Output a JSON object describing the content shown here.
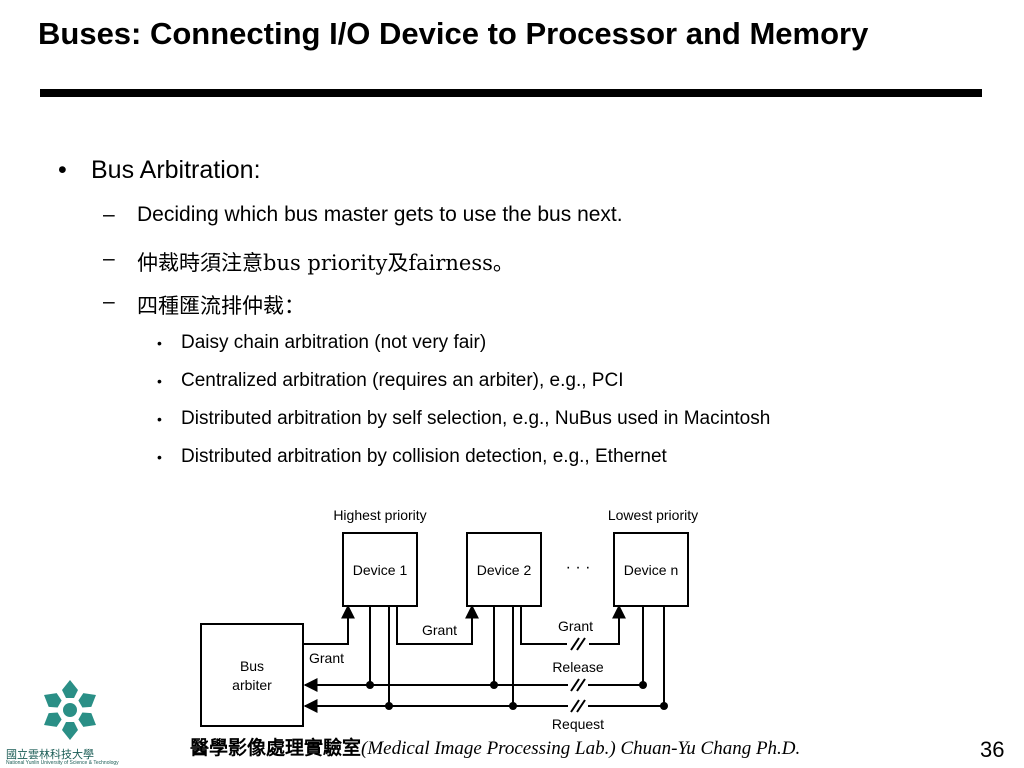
{
  "slide": {
    "title": "Buses: Connecting I/O Device to Processor and Memory",
    "bullet_mark": "•",
    "dash_mark": "–",
    "bullet": "Bus Arbitration:",
    "sub_items": [
      "Deciding which bus master gets to use the bus next.",
      "仲裁時須注意bus priority及fairness。",
      "四種匯流排仲裁："
    ],
    "sub_sub_items": [
      "Daisy chain arbitration (not very fair)",
      "Centralized arbitration (requires an arbiter), e.g., PCI",
      "Distributed  arbitration by self selection, e.g., NuBus used in Macintosh",
      "Distributed  arbitration by collision detection, e.g., Ethernet"
    ]
  },
  "diagram": {
    "highest_priority": "Highest priority",
    "lowest_priority": "Lowest priority",
    "device1": "Device 1",
    "device2": "Device 2",
    "device_n": "Device n",
    "ellipsis": "· · ·",
    "arbiter_line1": "Bus",
    "arbiter_line2": "arbiter",
    "grant_left": "Grant",
    "grant_mid": "Grant",
    "grant_right": "Grant",
    "release": "Release",
    "request": "Request"
  },
  "footer": {
    "lab_cjk": "醫學影像處理實驗室",
    "lab_en": "(Medical Image Processing Lab.) Chuan-Yu Chang Ph.D.",
    "page_number": "36",
    "logo_cjk": "國立雲林科技大學",
    "logo_en": "National Yunlin University of Science & Technology"
  },
  "colors": {
    "logo_teal": "#2a8f86",
    "text": "#000000"
  }
}
